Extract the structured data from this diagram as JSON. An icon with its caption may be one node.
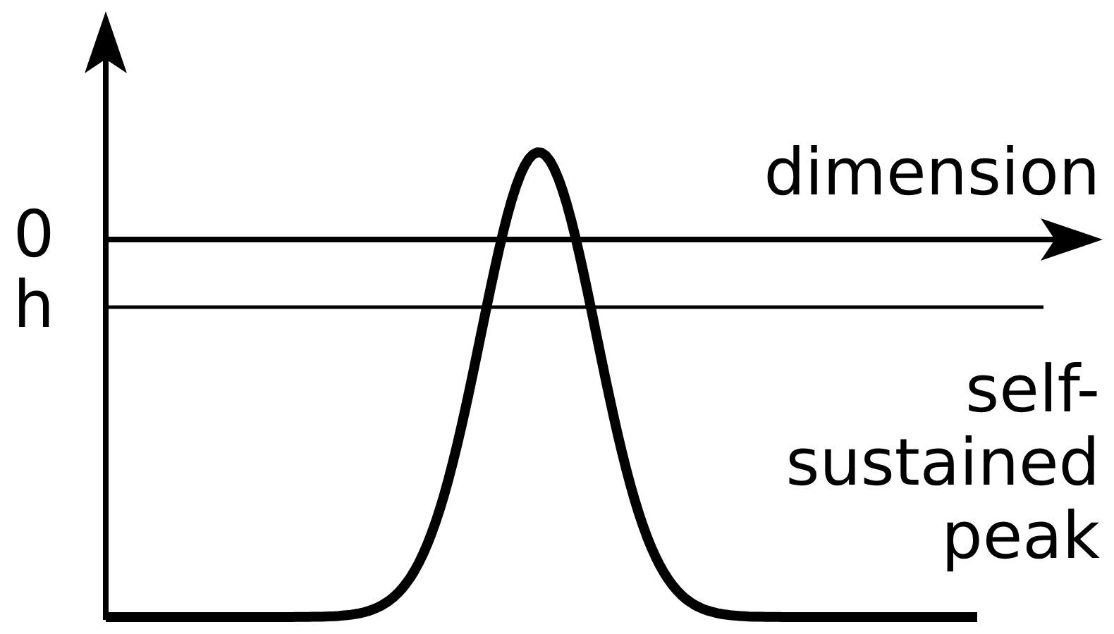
{
  "diagram": {
    "labels": [
      "dimension",
      "0",
      "h",
      "self-sustained peak"
    ]
  }
}
